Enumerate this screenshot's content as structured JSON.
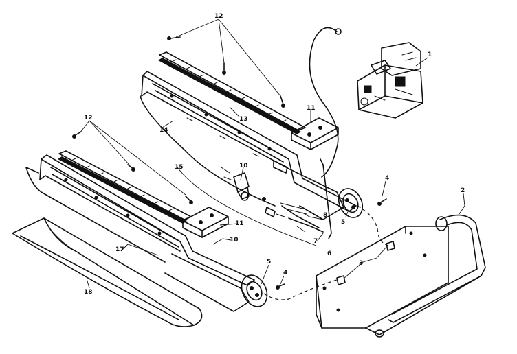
{
  "callouts": {
    "p1": "1",
    "p2": "2",
    "p3": "3",
    "p4a": "4",
    "p4b": "4",
    "p5a": "5",
    "p5b": "5",
    "p6": "6",
    "p7": "7",
    "p8": "8",
    "p10a": "10",
    "p10b": "10",
    "p11a": "11",
    "p11b": "11",
    "p12a": "12",
    "p12b": "12",
    "p13": "13",
    "p14": "14",
    "p15": "15",
    "p17": "17",
    "p18": "18"
  }
}
